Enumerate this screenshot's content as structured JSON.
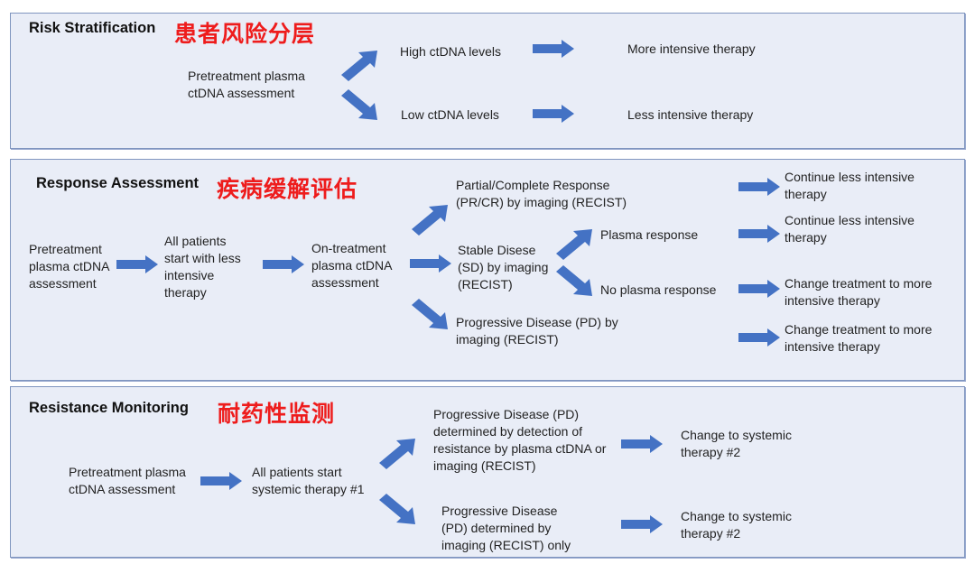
{
  "colors": {
    "panel_bg": "#e9edf7",
    "panel_border": "#7f95bf",
    "arrow": "#4472c4",
    "chinese_title": "#ee1c1c"
  },
  "risk": {
    "title": "Risk Stratification",
    "title_cn": "患者风险分层",
    "start": [
      "Pretreatment plasma",
      "ctDNA assessment"
    ],
    "high": "High ctDNA levels",
    "low": "Low ctDNA levels",
    "high_result": "More intensive therapy",
    "low_result": "Less intensive therapy"
  },
  "response": {
    "title": "Response Assessment",
    "title_cn": "疾病缓解评估",
    "start": [
      "Pretreatment",
      "plasma ctDNA",
      "assessment"
    ],
    "all_patients": [
      "All patients",
      "start with less",
      "intensive",
      "therapy"
    ],
    "on_treatment": [
      "On-treatment",
      "plasma ctDNA",
      "assessment"
    ],
    "prcr": [
      "Partial/Complete Response",
      "(PR/CR) by imaging (RECIST)"
    ],
    "sd": [
      "Stable Disese",
      "(SD) by imaging",
      "(RECIST)"
    ],
    "pd": [
      "Progressive Disease (PD) by",
      "imaging (RECIST)"
    ],
    "plasma_response": "Plasma response",
    "no_plasma_response": "No plasma response",
    "out1": [
      "Continue less intensive",
      "therapy"
    ],
    "out2": [
      "Continue less intensive",
      "therapy"
    ],
    "out3": [
      "Change treatment to more",
      "intensive therapy"
    ],
    "out4": [
      "Change treatment to more",
      "intensive therapy"
    ]
  },
  "resistance": {
    "title": "Resistance Monitoring",
    "title_cn": "耐药性监测",
    "start": [
      "Pretreatment plasma",
      "ctDNA assessment"
    ],
    "all_patients": [
      "All patients start",
      "systemic therapy #1"
    ],
    "pd_ctdna": [
      "Progressive Disease (PD)",
      "determined by detection of",
      "resistance by plasma ctDNA or",
      "imaging (RECIST)"
    ],
    "pd_imaging": [
      "Progressive Disease",
      "(PD) determined by",
      "imaging (RECIST) only"
    ],
    "out1": [
      "Change to systemic",
      "therapy #2"
    ],
    "out2": [
      "Change to systemic",
      "therapy #2"
    ]
  }
}
